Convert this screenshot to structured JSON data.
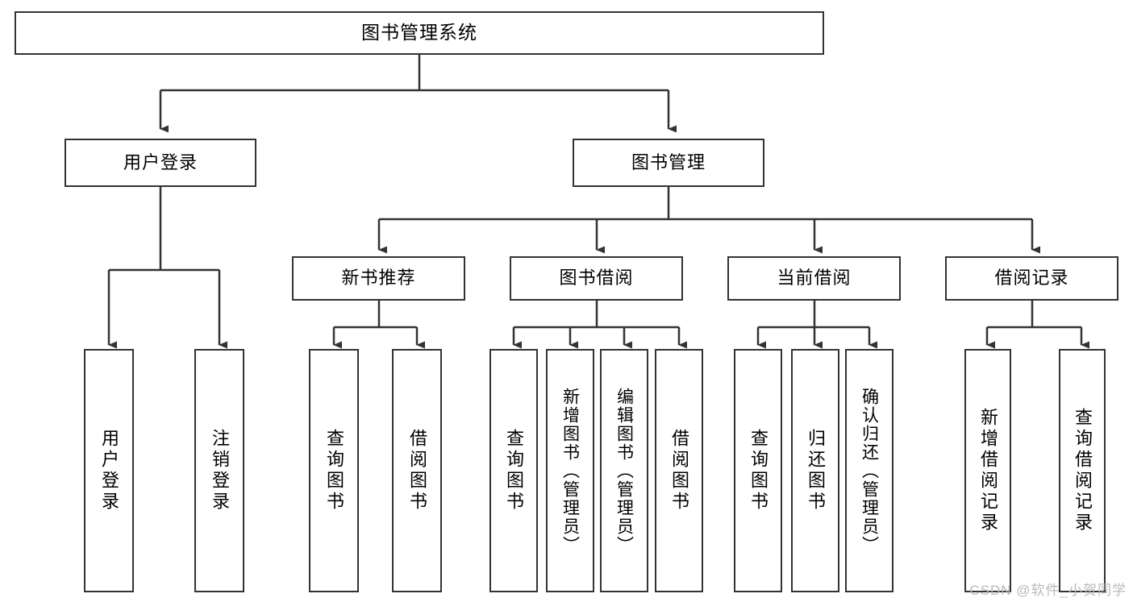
{
  "diagram": {
    "type": "tree",
    "title": "图书管理系统",
    "orientation": "top-down",
    "colors": {
      "box_border": "#333333",
      "box_fill": "#ffffff",
      "edge": "#333333",
      "text": "#000000",
      "watermark": "#b9b9b9"
    },
    "root": {
      "label": "图书管理系统"
    },
    "level2": [
      {
        "label": "用户登录"
      },
      {
        "label": "图书管理"
      }
    ],
    "level3": [
      {
        "label": "新书推荐"
      },
      {
        "label": "图书借阅"
      },
      {
        "label": "当前借阅"
      },
      {
        "label": "借阅记录"
      }
    ],
    "leaves": {
      "user_login": [
        {
          "label": "用户登录"
        },
        {
          "label": "注销登录"
        }
      ],
      "new_book_recommend": [
        {
          "label": "查询图书"
        },
        {
          "label": "借阅图书"
        }
      ],
      "book_borrow": [
        {
          "label": "查询图书"
        },
        {
          "label": "新增图书（管理员）"
        },
        {
          "label": "编辑图书（管理员）"
        },
        {
          "label": "借阅图书"
        }
      ],
      "current_borrow": [
        {
          "label": "查询图书"
        },
        {
          "label": "归还图书"
        },
        {
          "label": "确认归还（管理员）"
        }
      ],
      "borrow_record": [
        {
          "label": "新增借阅记录"
        },
        {
          "label": "查询借阅记录"
        }
      ]
    }
  },
  "watermark": {
    "text": "CSDN @软件_小贺同学"
  }
}
